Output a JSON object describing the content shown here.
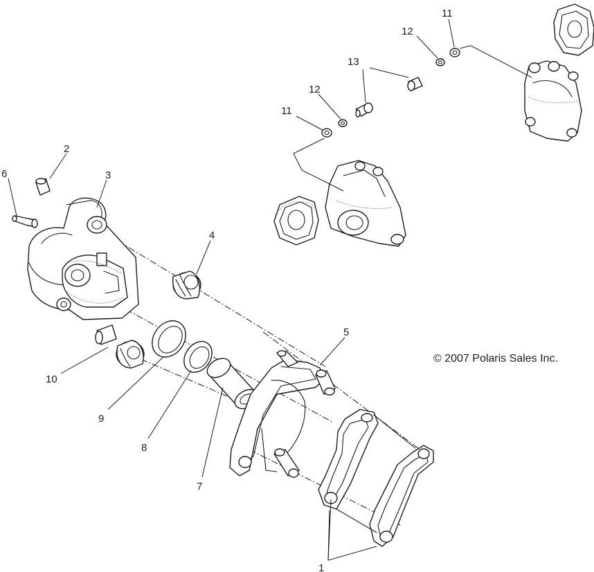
{
  "callouts": {
    "c1": "1",
    "c2": "2",
    "c3": "3",
    "c4": "4",
    "c5": "5",
    "c6": "6",
    "c7": "7",
    "c8": "8",
    "c9": "9",
    "c10": "10",
    "c11a": "11",
    "c11b": "11",
    "c12a": "12",
    "c12b": "12",
    "c13": "13"
  },
  "copyright": "© 2007 Polaris Sales Inc."
}
